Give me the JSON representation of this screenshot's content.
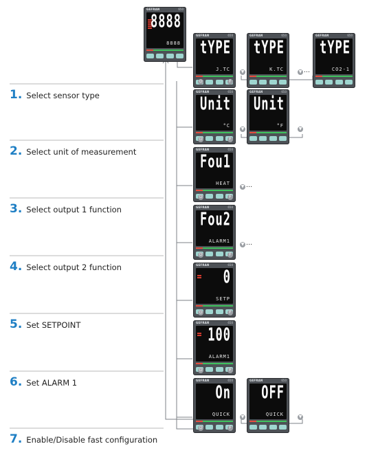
{
  "steps": [
    {
      "number": "1.",
      "label": "Select sensor type"
    },
    {
      "number": "2.",
      "label": "Select unit of measurement"
    },
    {
      "number": "3.",
      "label": "Select output 1 function"
    },
    {
      "number": "4.",
      "label": "Select output 2 function"
    },
    {
      "number": "5.",
      "label": "Set SETPOINT"
    },
    {
      "number": "6.",
      "label": "Set ALARM 1"
    },
    {
      "number": "7.",
      "label": "Enable/Disable fast configuration"
    }
  ],
  "device": {
    "brand": "GEFRAN",
    "model": "650"
  },
  "controllers": [
    {
      "main": "8888",
      "sub": "8888"
    },
    {
      "main": "tYPE",
      "sub": "J.TC"
    },
    {
      "main": "tYPE",
      "sub": "K.TC"
    },
    {
      "main": "tYPE",
      "sub": "CO2-1"
    },
    {
      "main": "Unit",
      "sub": "°C"
    },
    {
      "main": "Unit",
      "sub": "°F"
    },
    {
      "main": "Fou1",
      "sub": "HEAT"
    },
    {
      "main": "Fou2",
      "sub": "ALARM1"
    },
    {
      "main": "0",
      "sub": "SETP"
    },
    {
      "main": "100",
      "sub": "ALARM1"
    },
    {
      "main": "On",
      "sub": "QUICK"
    },
    {
      "main": "OFF",
      "sub": "QUICK"
    }
  ],
  "icons": {
    "power": "power-icon",
    "function": "f-icon",
    "down": "down-arrow-icon"
  },
  "button_labels": {
    "function": "F",
    "down": "▼"
  },
  "colors": {
    "step_number": "#1f7fc4",
    "body": "#4d5156",
    "buttons": "#9fd6d0",
    "led_red": "#e84d3d",
    "led_green": "#3ec35d"
  }
}
